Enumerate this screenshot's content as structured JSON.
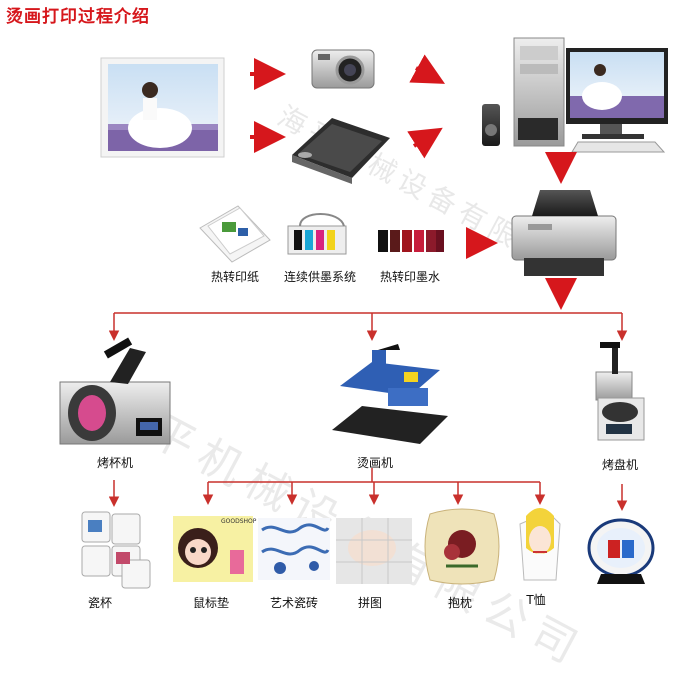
{
  "title": "烫画打印过程介绍",
  "watermark": "海平机械设备有限",
  "watermark_lower": "平机械设备有限公司",
  "colors": {
    "arrow": "#d6171c",
    "line": "#c9302c",
    "title": "#d6171c"
  },
  "supplies": [
    {
      "label": "热转印纸"
    },
    {
      "label": "连续供墨系统"
    },
    {
      "label": "热转印墨水"
    }
  ],
  "machines": [
    {
      "label": "烤杯机"
    },
    {
      "label": "烫画机"
    },
    {
      "label": "烤盘机"
    }
  ],
  "products": [
    {
      "label": "瓷杯"
    },
    {
      "label": "鼠标垫"
    },
    {
      "label": "艺术瓷砖"
    },
    {
      "label": "拼图"
    },
    {
      "label": "抱枕"
    },
    {
      "label": "T恤"
    }
  ],
  "mousepad_brand": "GOODSHOP"
}
